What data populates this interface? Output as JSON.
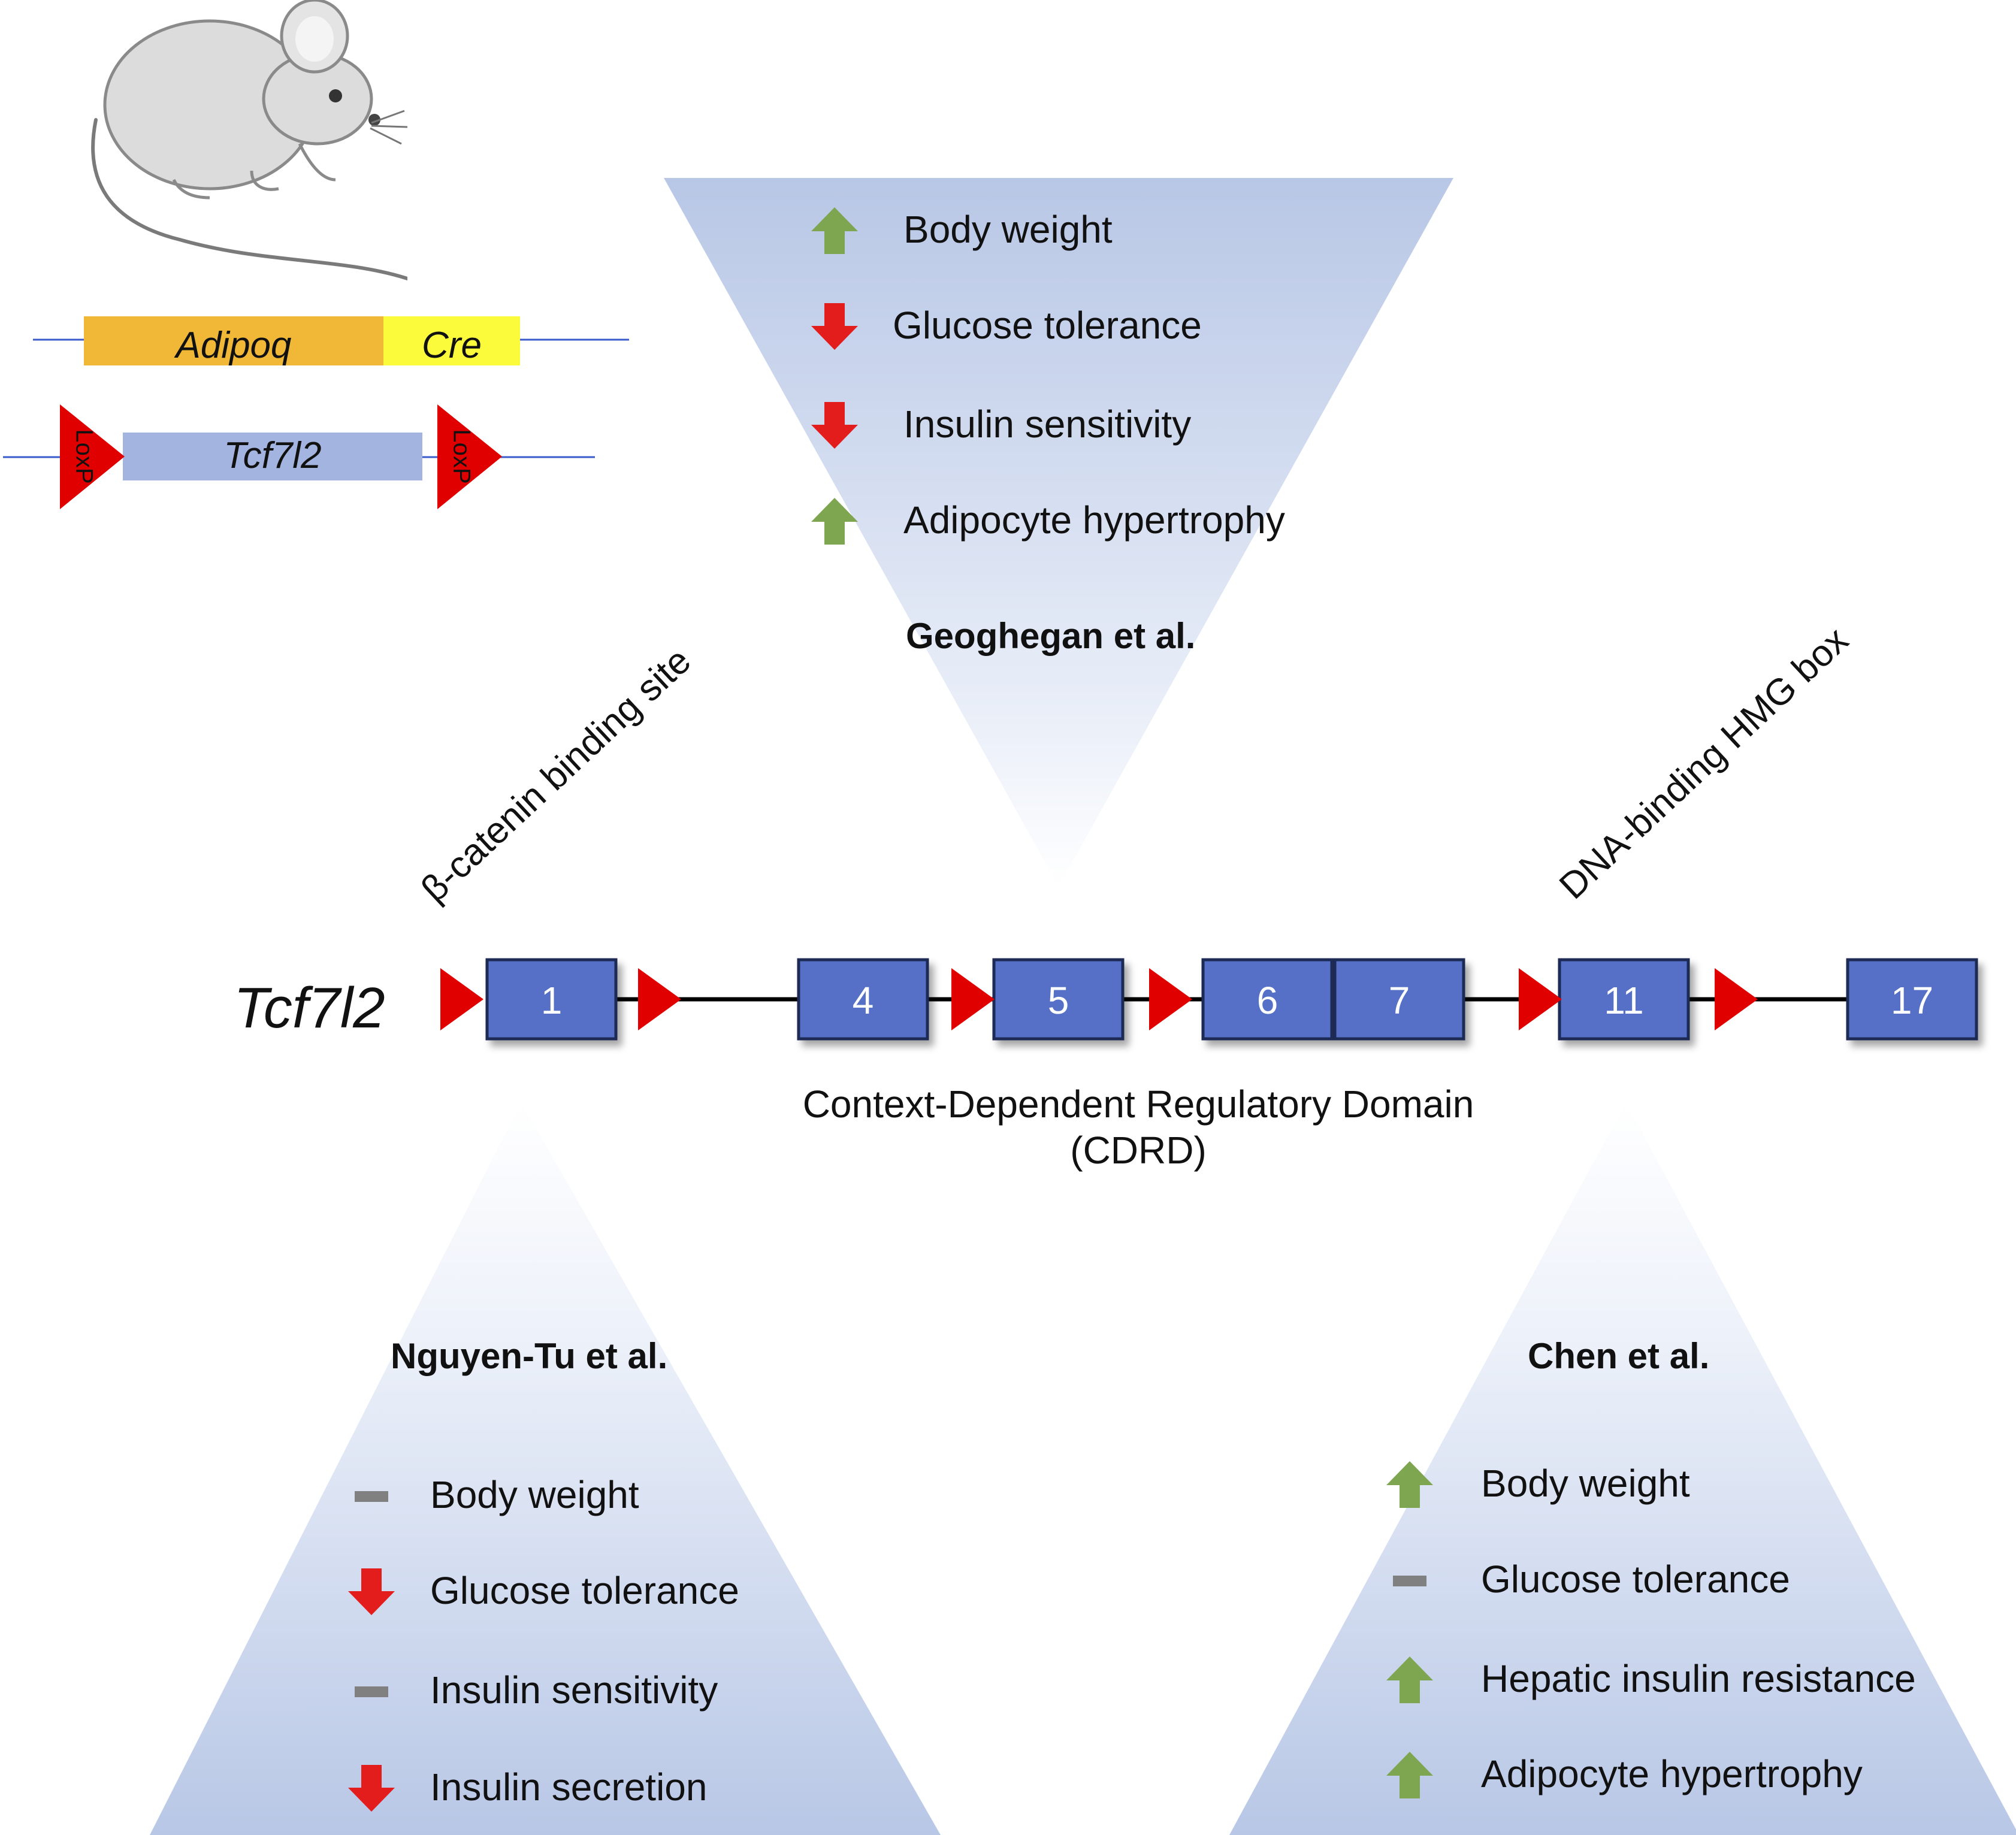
{
  "colors": {
    "exon_fill": "#5470c6",
    "exon_border": "#1f2a55",
    "loxp_red": "#e00000",
    "up_green": "#7ea650",
    "down_red": "#e31c1c",
    "neutral_gray": "#808080",
    "funnel_blue": "#b8c7e6",
    "adipoq_orange": "#f0b836",
    "cre_yellow": "#fbfb3c",
    "tcf_cassette": "#a3b4e0",
    "line_blue": "#3a5bcc"
  },
  "construct": {
    "adipoq_label": "Adipoq",
    "cre_label": "Cre",
    "tcf_label": "Tcf7l2",
    "loxp_left": "LoxP",
    "loxp_right": "LoxP",
    "mouse_icon": "mouse-icon"
  },
  "gene": {
    "name": "Tcf7l2",
    "exons": [
      "1",
      "4",
      "5",
      "6",
      "7",
      "11",
      "17"
    ],
    "beta_catenin_label": "β-catenin binding site",
    "hmg_label": "DNA-binding HMG box",
    "cdrd_line1": "Context-Dependent Regulatory Domain",
    "cdrd_line2": "(CDRD)"
  },
  "studies": {
    "geoghegan": {
      "title": "Geoghegan et al.",
      "effects": [
        {
          "label": "Body weight",
          "direction": "up"
        },
        {
          "label": "Glucose tolerance",
          "direction": "down"
        },
        {
          "label": "Insulin sensitivity",
          "direction": "down"
        },
        {
          "label": "Adipocyte hypertrophy",
          "direction": "up"
        }
      ]
    },
    "nguyen_tu": {
      "title": "Nguyen-Tu et al.",
      "effects": [
        {
          "label": "Body weight",
          "direction": "neutral"
        },
        {
          "label": "Glucose tolerance",
          "direction": "down"
        },
        {
          "label": "Insulin sensitivity",
          "direction": "neutral"
        },
        {
          "label": "Insulin secretion",
          "direction": "down"
        }
      ]
    },
    "chen": {
      "title": "Chen et al.",
      "effects": [
        {
          "label": "Body weight",
          "direction": "up"
        },
        {
          "label": "Glucose tolerance",
          "direction": "neutral"
        },
        {
          "label": "Hepatic insulin resistance",
          "direction": "up"
        },
        {
          "label": "Adipocyte hypertrophy",
          "direction": "up"
        }
      ]
    }
  }
}
